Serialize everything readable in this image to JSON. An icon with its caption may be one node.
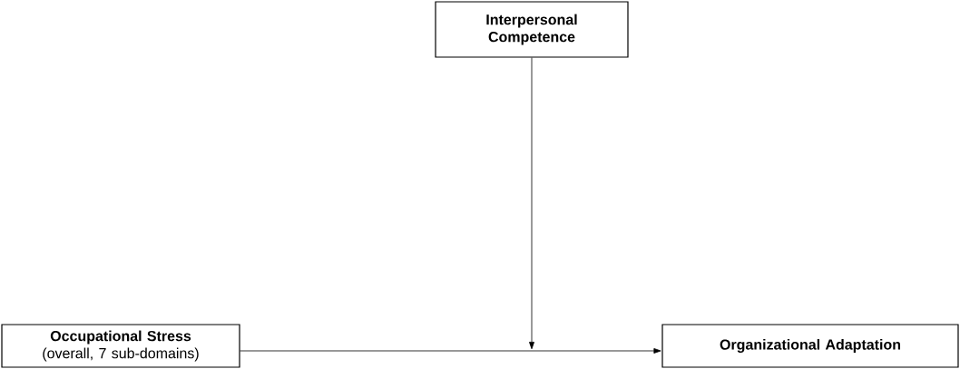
{
  "diagram": {
    "nodes": [
      {
        "text": [
          "Interpersonal Competence"
        ]
      },
      {
        "text": [
          "Occupational Stress",
          "(overall, 7 sub-domains)"
        ]
      },
      {
        "text": [
          "Organizational Adaptation"
        ]
      }
    ],
    "edges": [
      {
        "from": 1,
        "to": 2,
        "arrow": "to"
      },
      {
        "from": 0,
        "to": null,
        "arrow": "to"
      }
    ]
  }
}
